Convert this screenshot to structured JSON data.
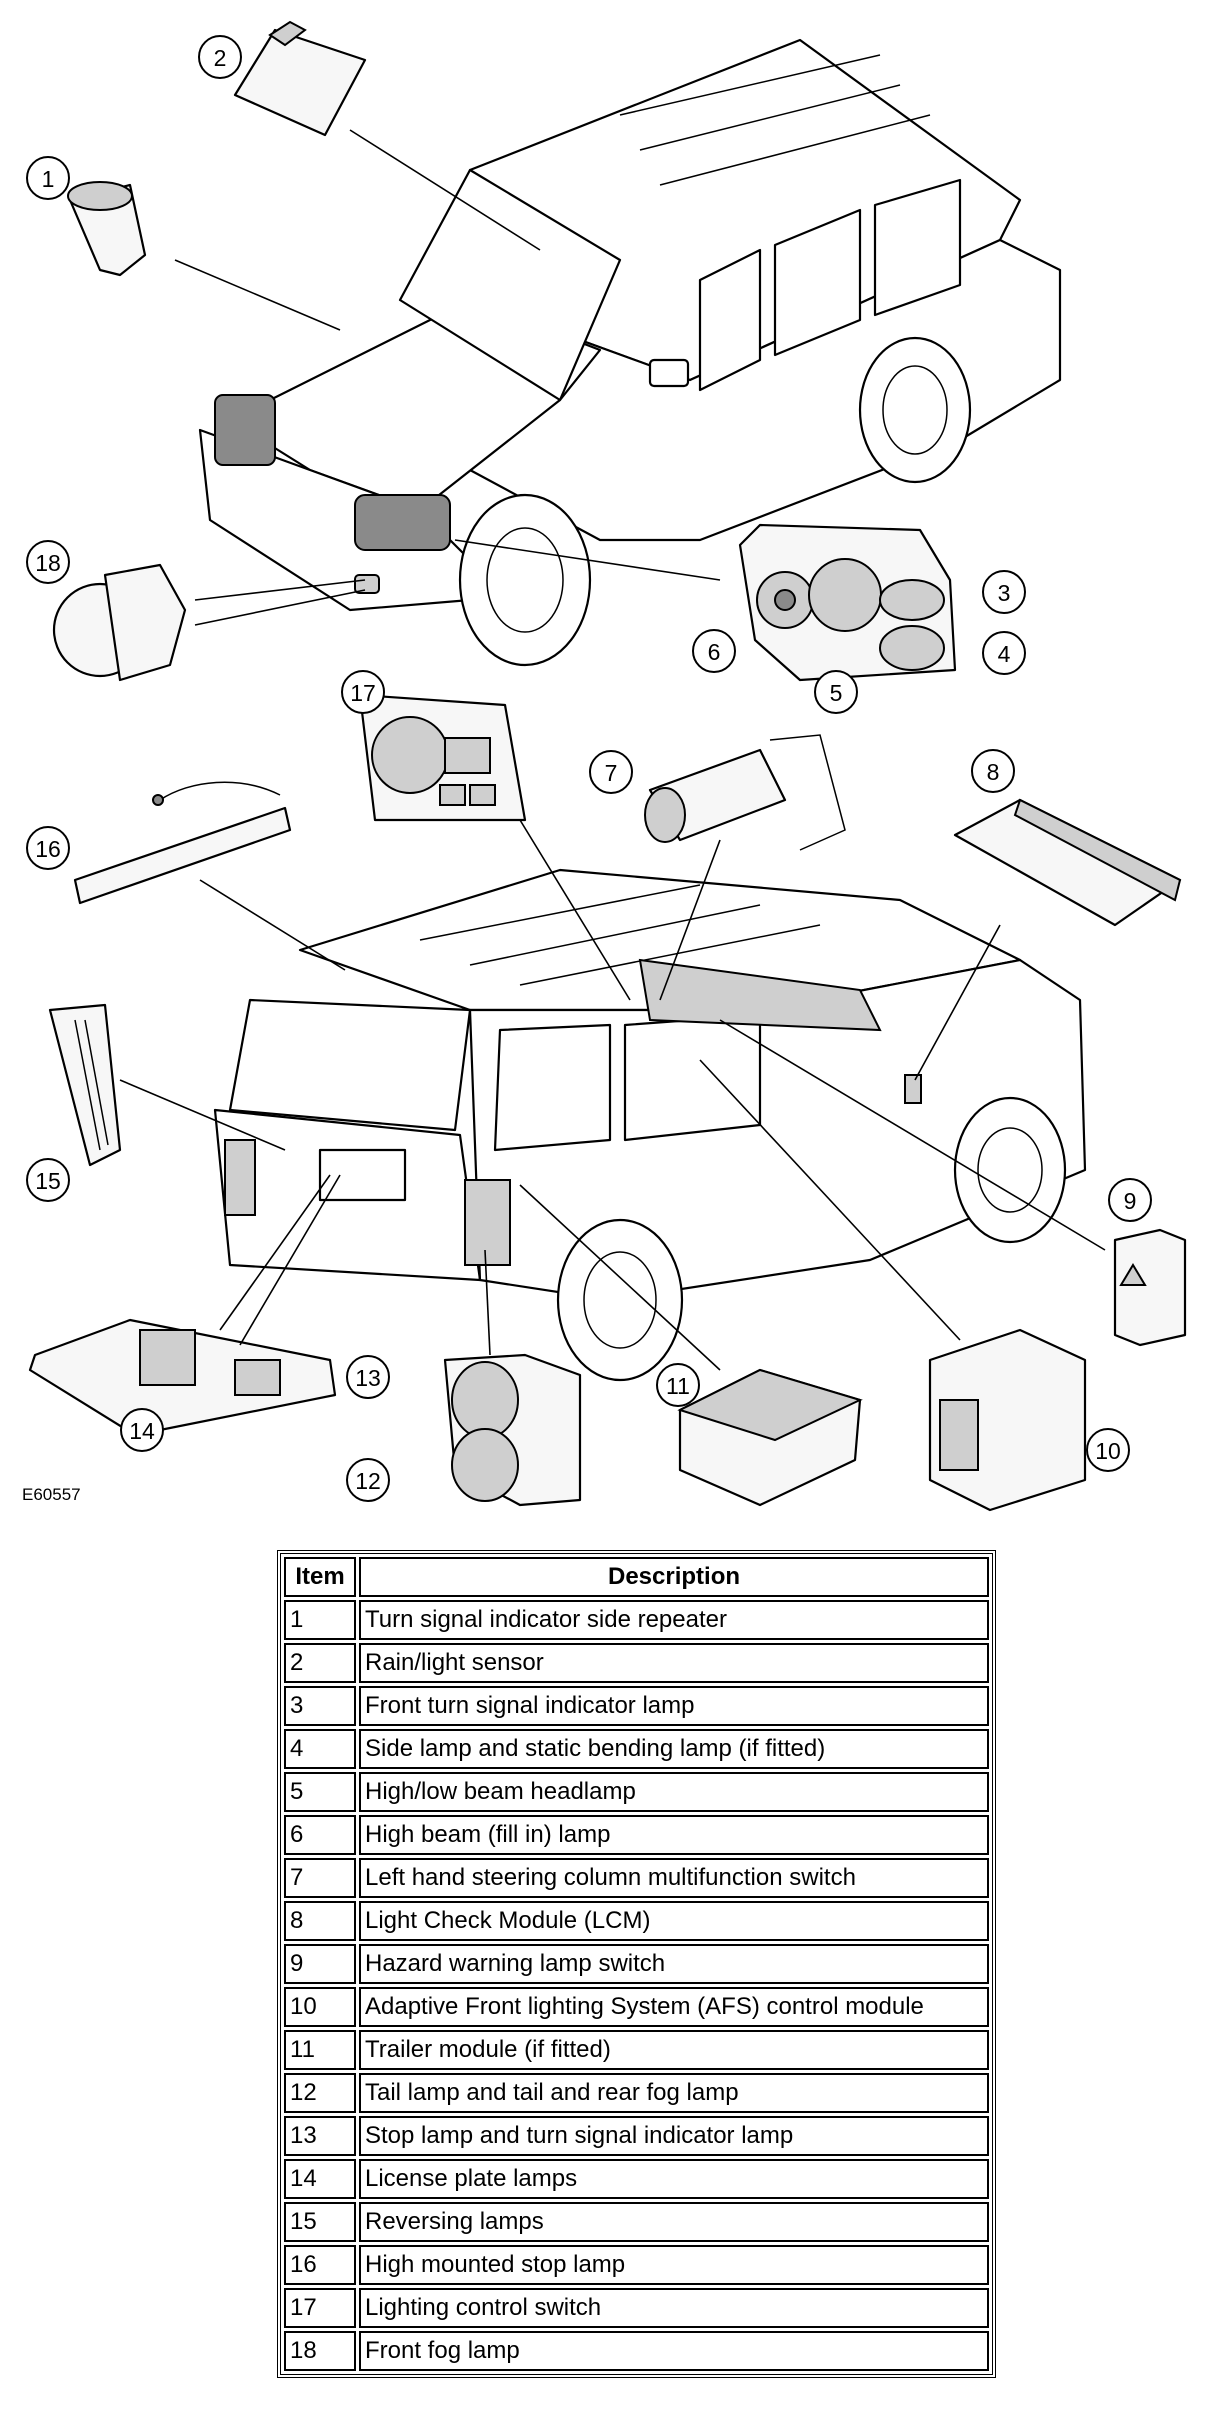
{
  "diagram": {
    "code": "E60557",
    "callouts": [
      "1",
      "2",
      "3",
      "4",
      "5",
      "6",
      "7",
      "8",
      "9",
      "10",
      "11",
      "12",
      "13",
      "14",
      "15",
      "16",
      "17",
      "18"
    ]
  },
  "table": {
    "headers": {
      "item": "Item",
      "description": "Description"
    },
    "rows": [
      {
        "item": "1",
        "description": "Turn signal indicator side repeater"
      },
      {
        "item": "2",
        "description": "Rain/light sensor"
      },
      {
        "item": "3",
        "description": "Front turn signal indicator lamp"
      },
      {
        "item": "4",
        "description": "Side lamp and static bending lamp (if fitted)"
      },
      {
        "item": "5",
        "description": "High/low beam headlamp"
      },
      {
        "item": "6",
        "description": "High beam (fill in) lamp"
      },
      {
        "item": "7",
        "description": "Left hand steering column multifunction switch"
      },
      {
        "item": "8",
        "description": "Light Check Module (LCM)"
      },
      {
        "item": "9",
        "description": "Hazard warning lamp switch"
      },
      {
        "item": "10",
        "description": "Adaptive Front lighting System (AFS) control module"
      },
      {
        "item": "11",
        "description": "Trailer module (if fitted)"
      },
      {
        "item": "12",
        "description": "Tail lamp and tail and rear fog lamp"
      },
      {
        "item": "13",
        "description": "Stop lamp and turn signal indicator lamp"
      },
      {
        "item": "14",
        "description": "License plate lamps"
      },
      {
        "item": "15",
        "description": "Reversing lamps"
      },
      {
        "item": "16",
        "description": "High mounted stop lamp"
      },
      {
        "item": "17",
        "description": "Lighting control switch"
      },
      {
        "item": "18",
        "description": "Front fog lamp"
      }
    ]
  }
}
